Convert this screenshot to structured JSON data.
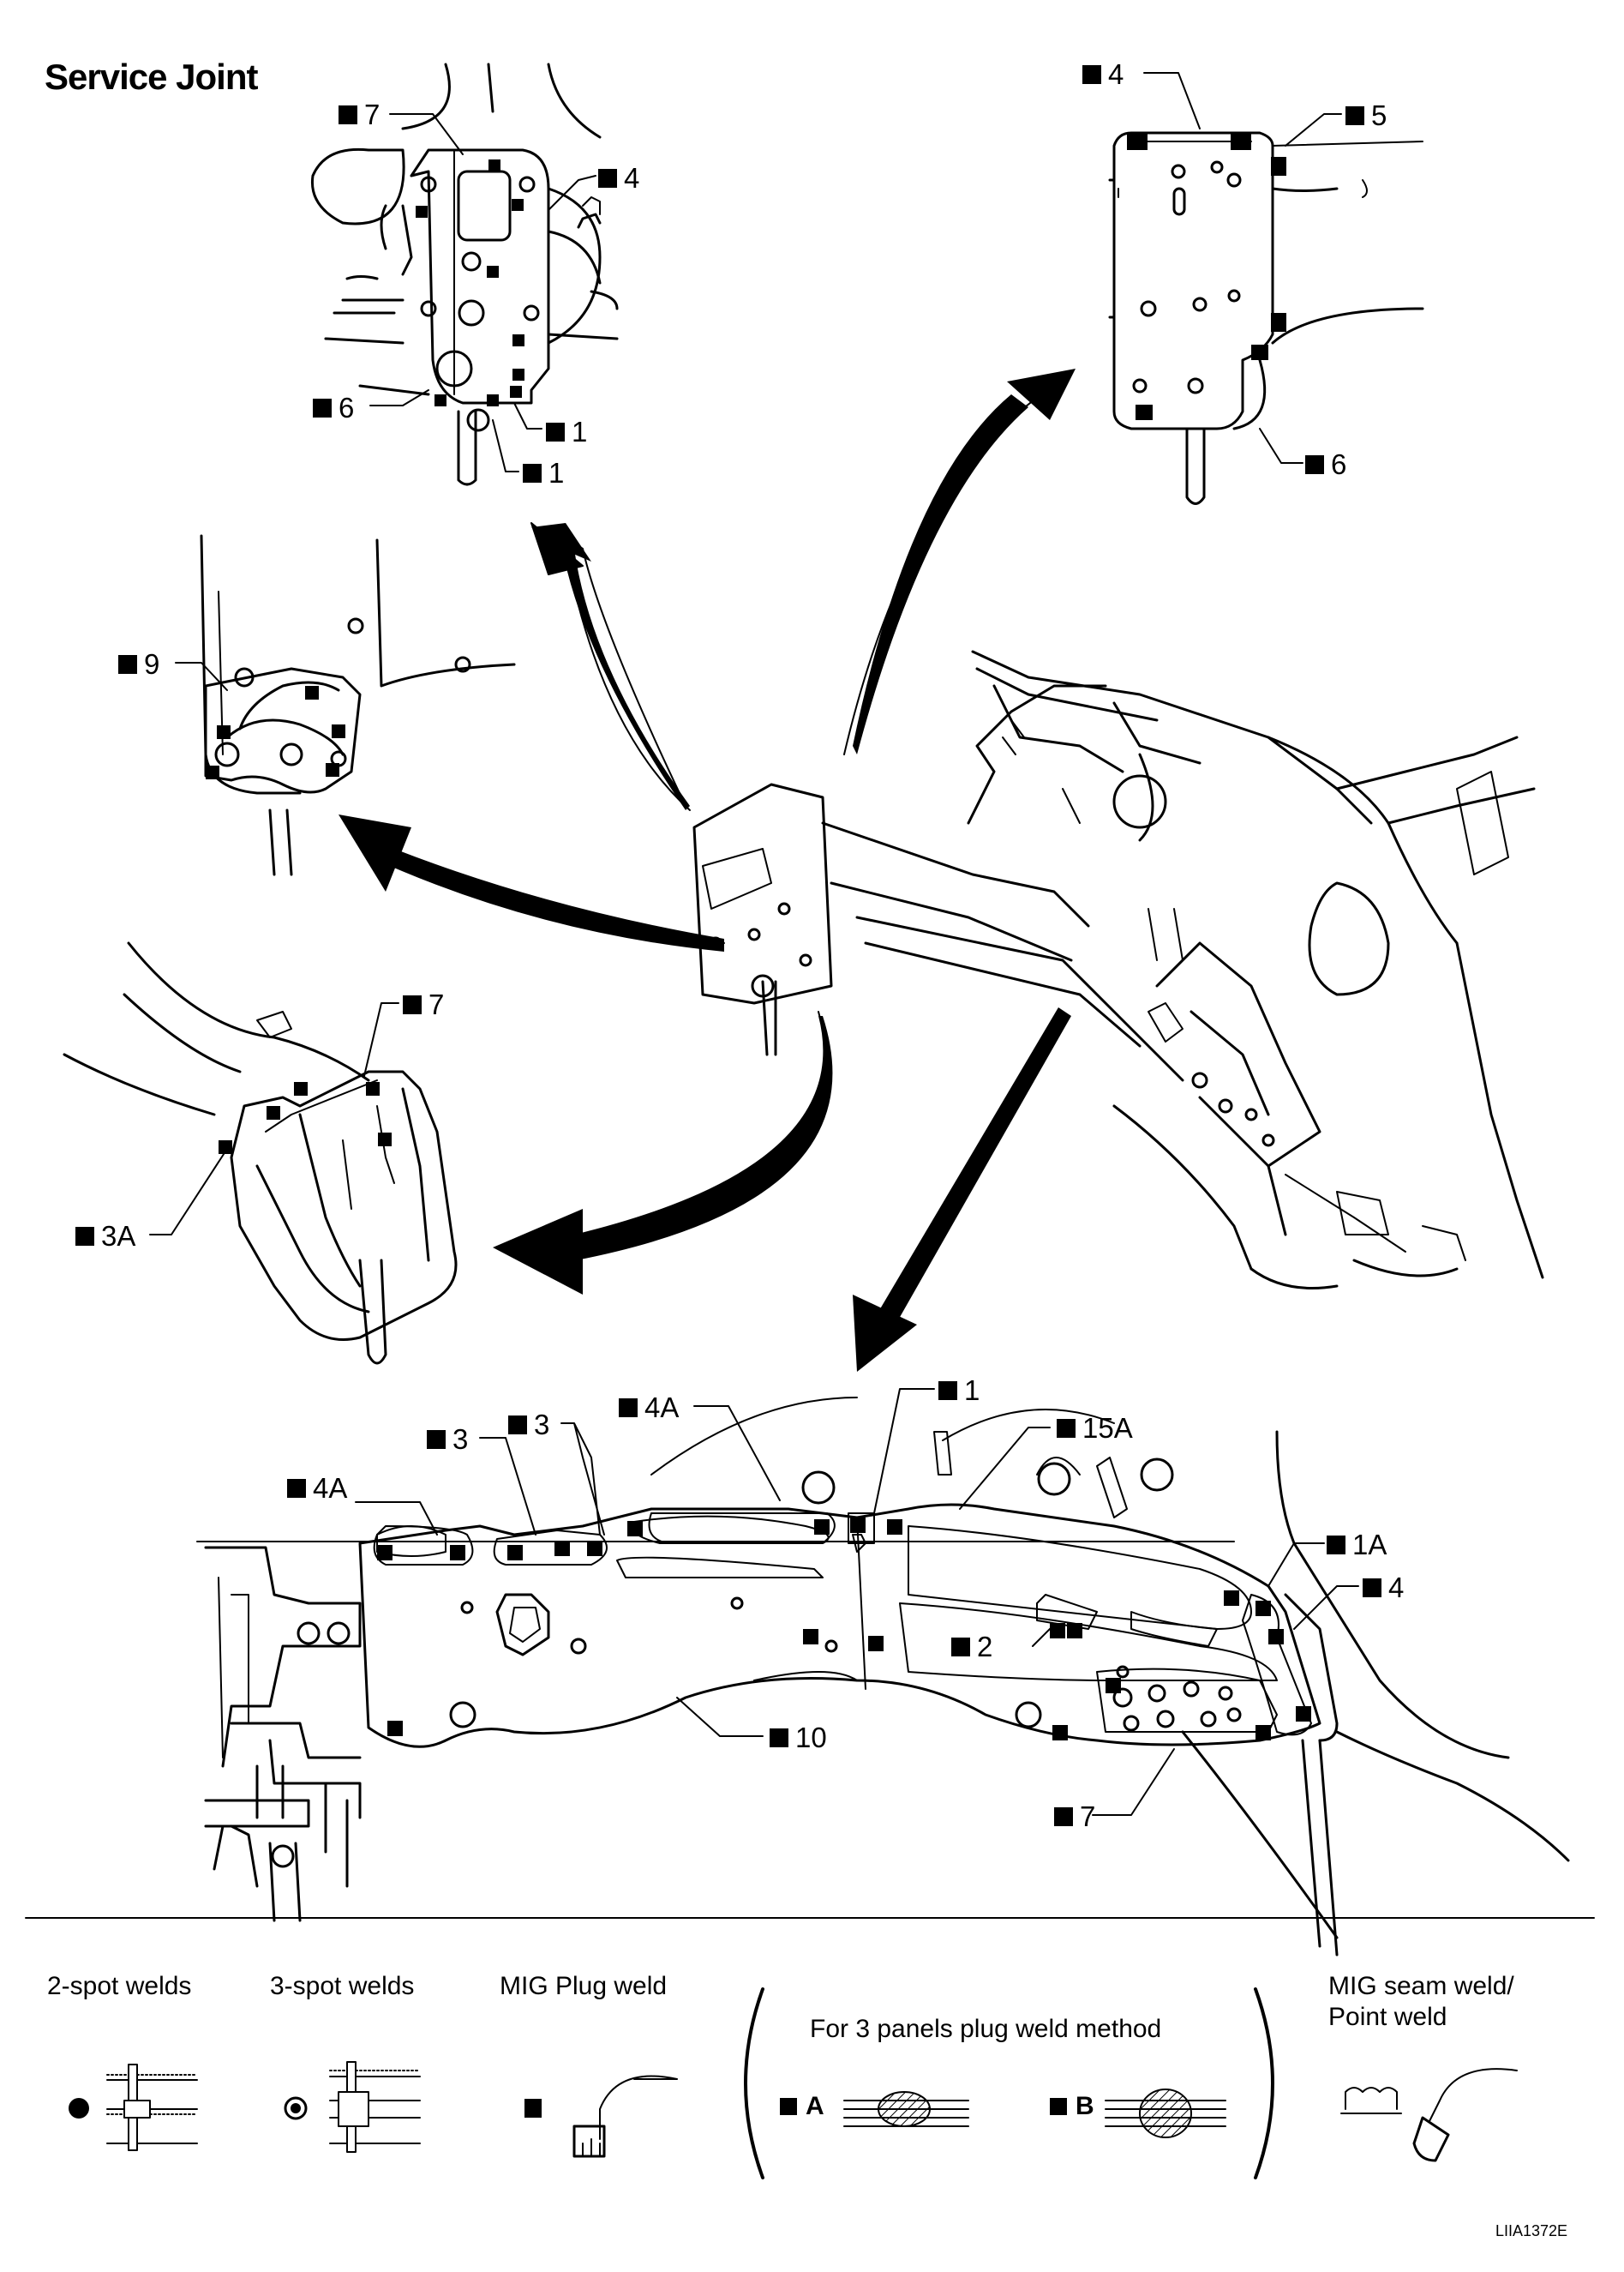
{
  "title": "Service Joint",
  "callouts": {
    "tl_7": "7",
    "tl_4": "4",
    "tl_6": "6",
    "tl_1a": "1",
    "tl_1b": "1",
    "tr_4": "4",
    "tr_5": "5",
    "tr_6": "6",
    "ml_9": "9",
    "ll_7": "7",
    "ll_3a": "3A",
    "b_4a_l": "4A",
    "b_3_l": "3",
    "b_3_r": "3",
    "b_4a_r": "4A",
    "b_1": "1",
    "b_15a": "15A",
    "b_1a": "1A",
    "b_4": "4",
    "b_2": "2",
    "b_10": "10",
    "b_7": "7"
  },
  "legend": {
    "two_spot": "2-spot welds",
    "three_spot": "3-spot welds",
    "mig_plug": "MIG Plug weld",
    "three_panels": "For 3 panels plug weld method",
    "seam_1": "MIG seam weld/",
    "seam_2": "Point weld",
    "tag_a": "A",
    "tag_b": "B"
  },
  "figure_code": "LIIA1372E"
}
